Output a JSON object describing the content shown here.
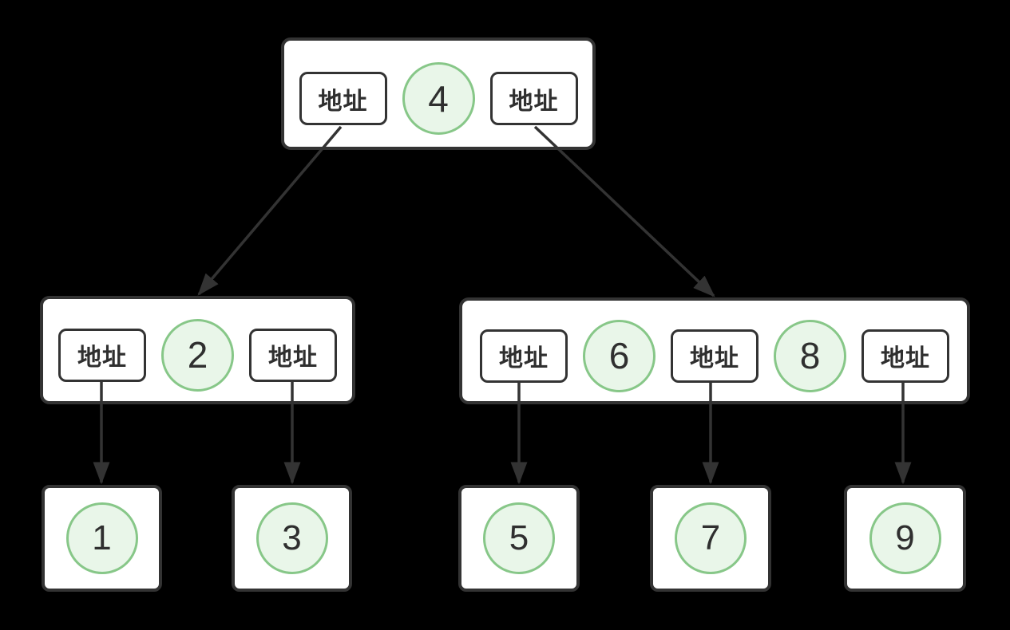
{
  "colors": {
    "background": "#000000",
    "node_fill": "#ffffff",
    "stroke": "#333333",
    "text": "#2f2f2f",
    "key_fill": "#e9f6e9",
    "key_stroke": "#87c788"
  },
  "diagram": {
    "type": "b-tree",
    "tree": {
      "root": {
        "cells": [
          {
            "kind": "address-pointer",
            "label": "地址"
          },
          {
            "kind": "key",
            "label": "4"
          },
          {
            "kind": "address-pointer",
            "label": "地址"
          }
        ]
      },
      "internal_left": {
        "cells": [
          {
            "kind": "address-pointer",
            "label": "地址"
          },
          {
            "kind": "key",
            "label": "2"
          },
          {
            "kind": "address-pointer",
            "label": "地址"
          }
        ]
      },
      "internal_right": {
        "cells": [
          {
            "kind": "address-pointer",
            "label": "地址"
          },
          {
            "kind": "key",
            "label": "6"
          },
          {
            "kind": "address-pointer",
            "label": "地址"
          },
          {
            "kind": "key",
            "label": "8"
          },
          {
            "kind": "address-pointer",
            "label": "地址"
          }
        ]
      },
      "leaves": [
        {
          "label": "1"
        },
        {
          "label": "3"
        },
        {
          "label": "5"
        },
        {
          "label": "7"
        },
        {
          "label": "9"
        }
      ],
      "edges": [
        {
          "from": "root-left-pointer",
          "to": "internal-left-node"
        },
        {
          "from": "root-right-pointer",
          "to": "internal-right-node"
        },
        {
          "from": "internal-left-pointer-1",
          "to": "leaf-1"
        },
        {
          "from": "internal-left-pointer-2",
          "to": "leaf-3"
        },
        {
          "from": "internal-right-pointer-1",
          "to": "leaf-5"
        },
        {
          "from": "internal-right-pointer-2",
          "to": "leaf-7"
        },
        {
          "from": "internal-right-pointer-3",
          "to": "leaf-9"
        }
      ]
    }
  }
}
